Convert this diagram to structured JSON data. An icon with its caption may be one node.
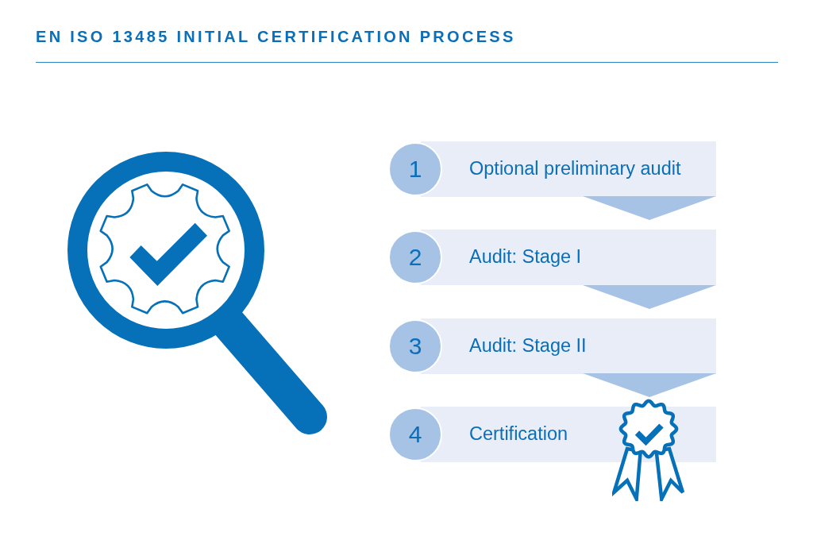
{
  "diagram": {
    "title": "EN ISO 13485 INITIAL CERTIFICATION PROCESS",
    "nodes": [
      {
        "text": [
          "1"
        ]
      },
      {
        "text": [
          "Optional preliminary audit"
        ]
      },
      {
        "text": [
          "2"
        ]
      },
      {
        "text": [
          "Audit: Stage I"
        ]
      },
      {
        "text": [
          "3"
        ]
      },
      {
        "text": [
          "Audit: Stage II"
        ]
      },
      {
        "text": [
          "4"
        ]
      },
      {
        "text": [
          "Certification"
        ]
      }
    ],
    "edges": [
      {
        "from": 1,
        "to": 3,
        "arrow": "to"
      },
      {
        "from": 3,
        "to": 5,
        "arrow": "to"
      },
      {
        "from": 5,
        "to": 7,
        "arrow": "to"
      }
    ]
  }
}
